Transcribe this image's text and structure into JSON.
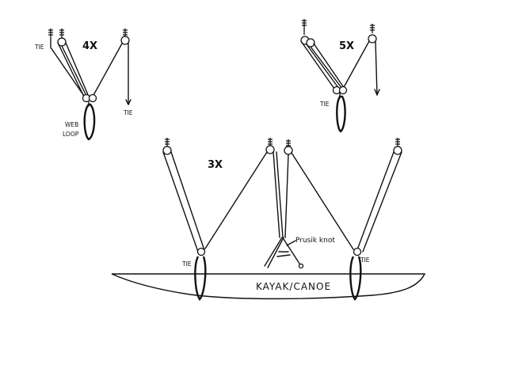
{
  "diagram": {
    "labels": {
      "ratio_4x": "4X",
      "ratio_5x": "5X",
      "ratio_3x": "3X",
      "tie": "TIE",
      "web": "WEB",
      "loop": "LOOP",
      "prusik_knot": "Prusik knot",
      "kayak_canoe": "KAYAK/CANOE"
    },
    "colors": {
      "ink": "#111111",
      "paper": "#ffffff"
    },
    "icons": [
      "ceiling-anchor-icon",
      "pulley-icon",
      "web-loop-icon",
      "arrow-icon"
    ]
  }
}
